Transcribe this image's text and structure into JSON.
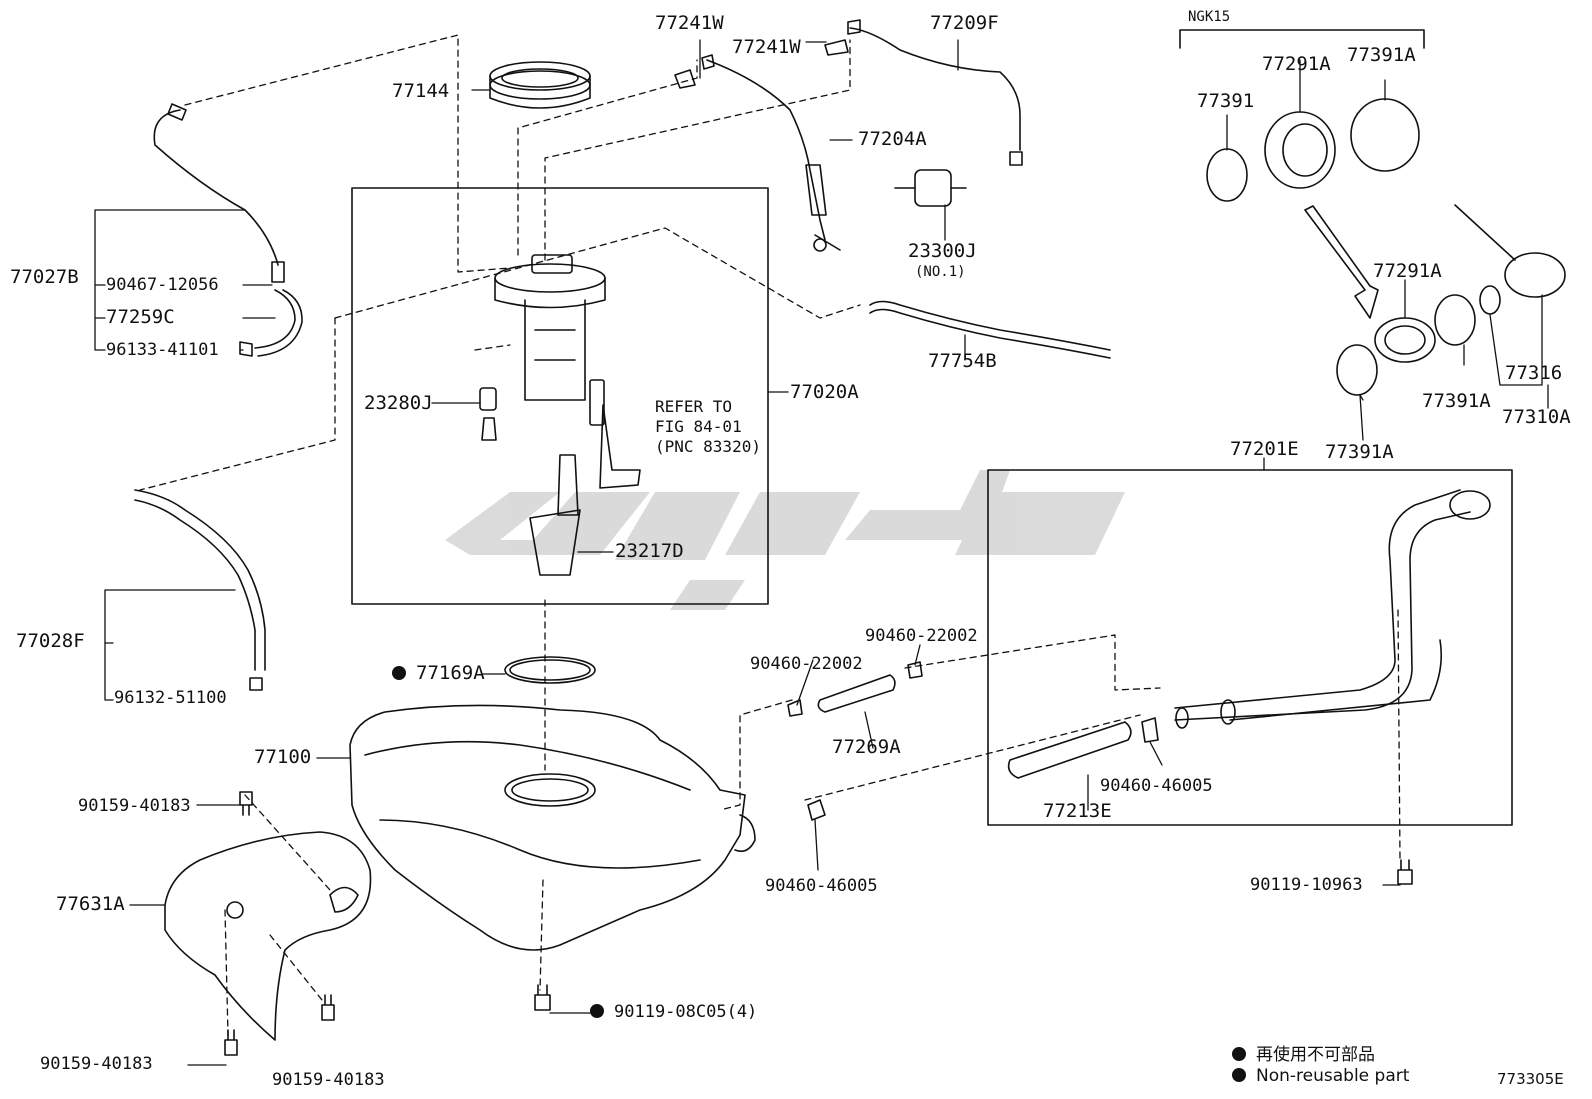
{
  "diagram": {
    "group_label": "NGK15",
    "labels": [
      {
        "key": "l77241W_a",
        "text": "77241W"
      },
      {
        "key": "l77209F",
        "text": "77209F"
      },
      {
        "key": "l77241W_b",
        "text": "77241W"
      },
      {
        "key": "l77144",
        "text": "77144"
      },
      {
        "key": "l77204A",
        "text": "77204A"
      },
      {
        "key": "l23300J",
        "text": "23300J"
      },
      {
        "key": "l23300J_sub",
        "text": "(NO.1)"
      },
      {
        "key": "l77027B",
        "text": "77027B"
      },
      {
        "key": "l90467",
        "text": "90467-12056"
      },
      {
        "key": "l77259C",
        "text": "77259C"
      },
      {
        "key": "l96133",
        "text": "96133-41101"
      },
      {
        "key": "l77754B",
        "text": "77754B"
      },
      {
        "key": "l23280J",
        "text": "23280J"
      },
      {
        "key": "l77020A",
        "text": "77020A"
      },
      {
        "key": "l23217D",
        "text": "23217D"
      },
      {
        "key": "l77028F",
        "text": "77028F"
      },
      {
        "key": "l96132",
        "text": "96132-51100"
      },
      {
        "key": "l77169A",
        "text": "77169A"
      },
      {
        "key": "l77100",
        "text": "77100"
      },
      {
        "key": "l90159_a",
        "text": "90159-40183"
      },
      {
        "key": "l77631A",
        "text": "77631A"
      },
      {
        "key": "l90159_b",
        "text": "90159-40183"
      },
      {
        "key": "l90159_c",
        "text": "90159-40183"
      },
      {
        "key": "l90119_08",
        "text": "90119-08C05(4)"
      },
      {
        "key": "l90460_a",
        "text": "90460-22002"
      },
      {
        "key": "l90460_b",
        "text": "90460-22002"
      },
      {
        "key": "l77269A",
        "text": "77269A"
      },
      {
        "key": "l90460_46005a",
        "text": "90460-46005"
      },
      {
        "key": "l90460_46005b",
        "text": "90460-46005"
      },
      {
        "key": "l77213E",
        "text": "77213E"
      },
      {
        "key": "l77201E",
        "text": "77201E"
      },
      {
        "key": "l90119_10963",
        "text": "90119-10963"
      },
      {
        "key": "l77291A_a",
        "text": "77291A"
      },
      {
        "key": "l77391A_a",
        "text": "77391A"
      },
      {
        "key": "l77391",
        "text": "77391"
      },
      {
        "key": "l77291A_b",
        "text": "77291A"
      },
      {
        "key": "l77316",
        "text": "77316"
      },
      {
        "key": "l77391A_b",
        "text": "77391A"
      },
      {
        "key": "l77310A",
        "text": "77310A"
      },
      {
        "key": "l77391A_c",
        "text": "77391A"
      }
    ],
    "reference_note": "REFER TO\nFIG 84-01\n(PNC 83320)",
    "legend": {
      "line1": "再使用不可部品",
      "line2": "Non-reusable part"
    },
    "figure_id": "773305E"
  }
}
